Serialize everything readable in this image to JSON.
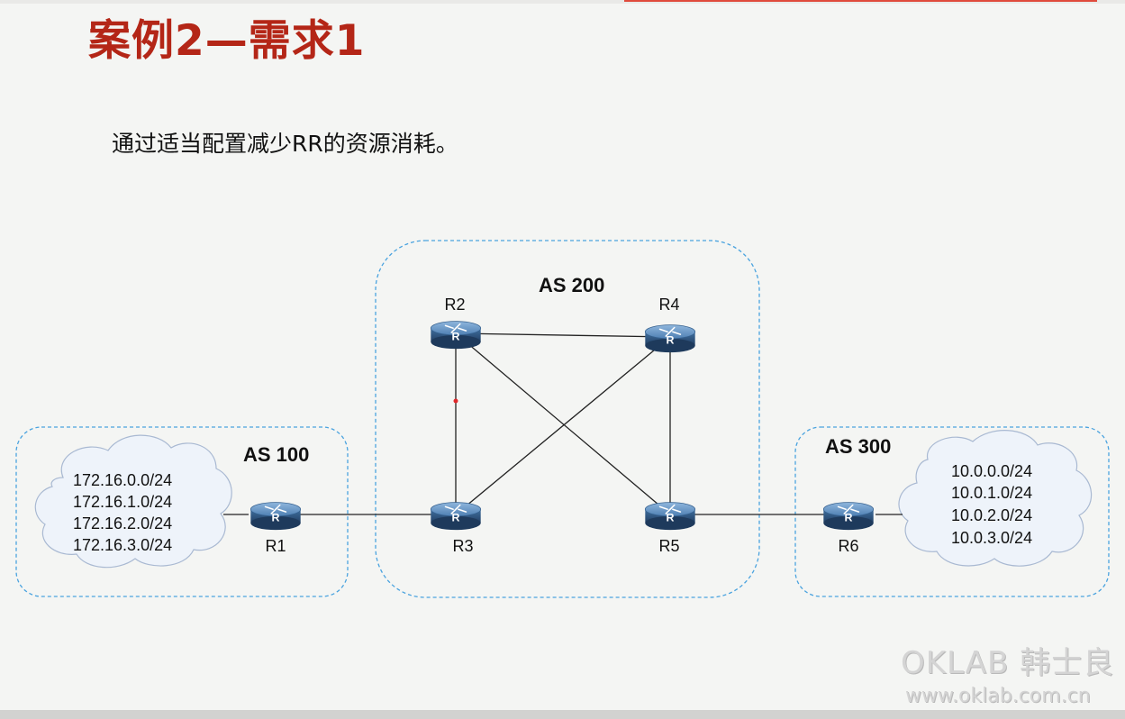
{
  "slide": {
    "title": "案例2—需求1",
    "subtitle": "通过适当配置减少RR的资源消耗。"
  },
  "diagram": {
    "as_groups": [
      {
        "id": "as100",
        "label": "AS 100"
      },
      {
        "id": "as200",
        "label": "AS 200"
      },
      {
        "id": "as300",
        "label": "AS 300"
      }
    ],
    "routers": [
      {
        "id": "R1",
        "label": "R1"
      },
      {
        "id": "R2",
        "label": "R2"
      },
      {
        "id": "R3",
        "label": "R3"
      },
      {
        "id": "R4",
        "label": "R4"
      },
      {
        "id": "R5",
        "label": "R5"
      },
      {
        "id": "R6",
        "label": "R6"
      }
    ],
    "links": [
      [
        "R1",
        "R3"
      ],
      [
        "R2",
        "R4"
      ],
      [
        "R2",
        "R3"
      ],
      [
        "R4",
        "R5"
      ],
      [
        "R2",
        "R5"
      ],
      [
        "R4",
        "R3"
      ],
      [
        "R5",
        "R6"
      ]
    ],
    "clouds": [
      {
        "id": "left-cloud",
        "networks": [
          "172.16.0.0/24",
          "172.16.1.0/24",
          "172.16.2.0/24",
          "172.16.3.0/24"
        ]
      },
      {
        "id": "right-cloud",
        "networks": [
          "10.0.0.0/24",
          "10.0.1.0/24",
          "10.0.2.0/24",
          "10.0.3.0/24"
        ]
      }
    ]
  },
  "watermark": {
    "brand": "OKLAB 韩士良",
    "url": "www.oklab.com.cn"
  },
  "colors": {
    "title": "#b42617",
    "as_border": "#4aa3df",
    "link": "#222222",
    "router_body": "#3a6a9a",
    "cloud_fill": "#eef3fa",
    "cloud_stroke": "#a9b9d2"
  }
}
